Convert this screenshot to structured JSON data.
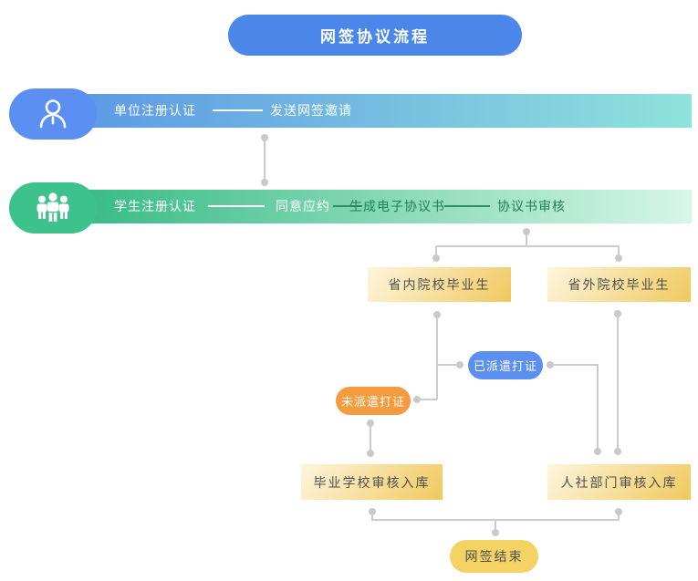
{
  "flow": {
    "title": "网签协议流程",
    "lane_unit": {
      "icon": "user-icon",
      "steps": [
        "单位注册认证",
        "发送网签邀请"
      ]
    },
    "lane_student": {
      "icon": "users-icon",
      "steps": [
        "学生注册认证",
        "同意应约",
        "生成电子协议书",
        "协议书审核"
      ]
    },
    "nodes": {
      "province_inside": "省内院校毕业生",
      "province_outside": "省外院校毕业生",
      "dispatched": "已派遣打证",
      "not_dispatched": "未派遣打证",
      "school_review": "毕业学校审核入库",
      "hr_review": "人社部门审核入库",
      "end": "网签结束"
    },
    "colors": {
      "title_bg": "#4A87E9",
      "unit_block": "#5B90F2",
      "unit_bar_gradient": [
        "#5D9AE6",
        "#8EE3DB"
      ],
      "student_block": "#3EC28C",
      "student_bar_gradient": [
        "#38BC86",
        "#D7F6E8"
      ],
      "bar_text_light": "#FFFFFF",
      "bar_text_dark_green": "#1F7F58",
      "box_gradient": [
        "#FDF5DC",
        "#F0C95F"
      ],
      "box_text": "#4D4D4D",
      "dispatched_pill": "#5B8FF0",
      "not_dispatched_pill": "#F59B40",
      "end_pill": "#F5D264",
      "connector": "#CCCCCC"
    }
  }
}
